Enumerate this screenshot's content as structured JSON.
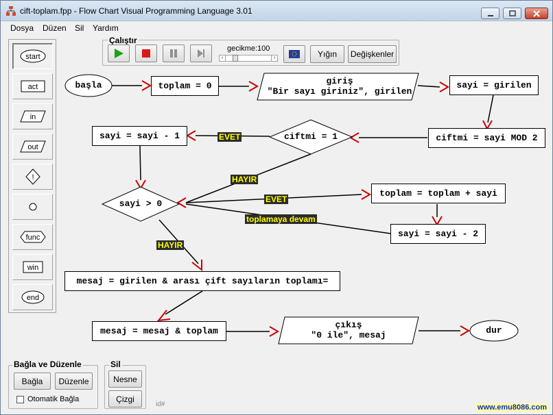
{
  "window": {
    "title": "cift-toplam.fpp - Flow Chart Visual Programming Language 3.01"
  },
  "menu": [
    "Dosya",
    "Düzen",
    "Sil",
    "Yardım"
  ],
  "toolbox": [
    {
      "label": "start",
      "shape": "ellipse"
    },
    {
      "label": "act",
      "shape": "rect"
    },
    {
      "label": "in",
      "shape": "parallelogram"
    },
    {
      "label": "out",
      "shape": "parallelogram"
    },
    {
      "label": "!",
      "shape": "diamond"
    },
    {
      "label": "",
      "shape": "circle"
    },
    {
      "label": "func",
      "shape": "hexagon"
    },
    {
      "label": "win",
      "shape": "rect"
    },
    {
      "label": "end",
      "shape": "ellipse"
    }
  ],
  "run_panel": {
    "title": "Çalıştır",
    "delay_label": "gecikme:100",
    "delay_level": 0.15,
    "stack_button": "Yığın",
    "variables_button": "Değişkenler"
  },
  "flow": {
    "start_node": "başla",
    "n_toplam0": "toplam = 0",
    "n_giris_title": "giriş",
    "n_giris_body": "\"Bir sayı giriniz\", girilen",
    "n_sayi_girilen": "sayi = girilen",
    "n_ciftmi_mod": "ciftmi = sayi MOD 2",
    "n_ciftmi_dec": "ciftmi = 1",
    "n_sayi_minus1": "sayi = sayi - 1",
    "n_sayi_gt0": "sayi > 0",
    "n_toplam_add": "toplam = toplam + sayi",
    "n_sayi_minus2": "sayi = sayi - 2",
    "n_mesaj1": "mesaj = girilen &  arası çift sayıların toplamı=",
    "n_mesaj2": "mesaj = mesaj & toplam",
    "n_cikis_title": "çıkış",
    "n_cikis_body": "\"0 ile\", mesaj",
    "end_node": "dur",
    "label_evet1": "EVET",
    "label_hayir1": "HAYIR",
    "label_evet2": "EVET",
    "label_devam": "toplamaya devam",
    "label_hayir2": "HAYIR"
  },
  "connect_group": {
    "title": "Bağla ve Düzenle",
    "connect_button": "Bağla",
    "edit_button": "Düzenle",
    "auto_connect_label": "Otomatik Bağla"
  },
  "delete_group": {
    "title": "Sil",
    "object_button": "Nesne",
    "line_button": "Çizgi"
  },
  "id_text": "id#",
  "website": "www.emu8086.com",
  "colors": {
    "arrow": "#cc0000",
    "edge_label_bg": "#2b2b2b",
    "edge_label_fg": "#ffff00",
    "close_button": "#c2412a"
  }
}
